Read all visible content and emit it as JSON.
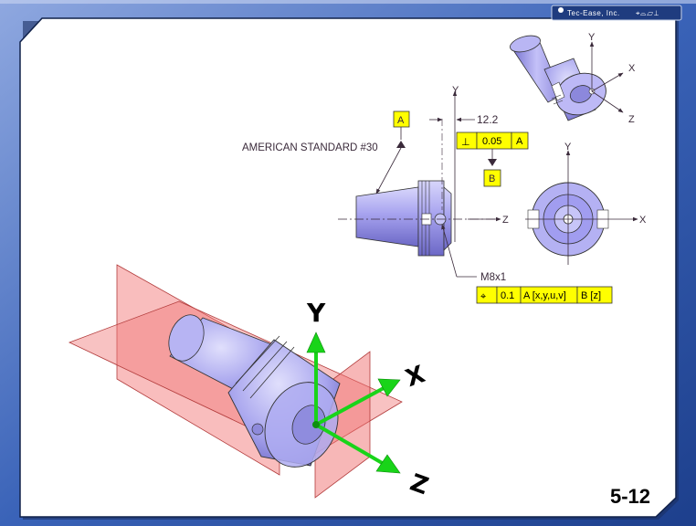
{
  "header": {
    "brand": "Tec-Ease, Inc.",
    "brand_symbols": "⌖⌓⏥⊥"
  },
  "slide_number": "5-12",
  "drawing": {
    "datum_a_label": "A",
    "datum_b_label": "B",
    "taper_callout": "AMERICAN STANDARD #30",
    "dimension_value": "12.2",
    "perpendicularity": {
      "symbol": "⊥",
      "tolerance": "0.05",
      "datum": "A"
    },
    "thread_callout": "M8x1",
    "position": {
      "symbol": "⌖",
      "tolerance": "0.1",
      "datum_primary": "A [x,y,u,v]",
      "datum_secondary": "B [z]"
    },
    "side_view_axes": {
      "y": "Y",
      "z": "Z"
    },
    "end_view_axes": {
      "y": "Y",
      "x": "X"
    },
    "iso_view_axes": {
      "y": "Y",
      "x": "X",
      "z": "Z"
    },
    "big_axes": {
      "y": "Y",
      "x": "X",
      "z": "Z"
    }
  },
  "colors": {
    "frame_blue": "#2f56a6",
    "datum_yellow": "#ffff00",
    "part_lavender": "#a9a6f0",
    "plane_red": "#f26d6d",
    "axis_green": "#19d419"
  }
}
